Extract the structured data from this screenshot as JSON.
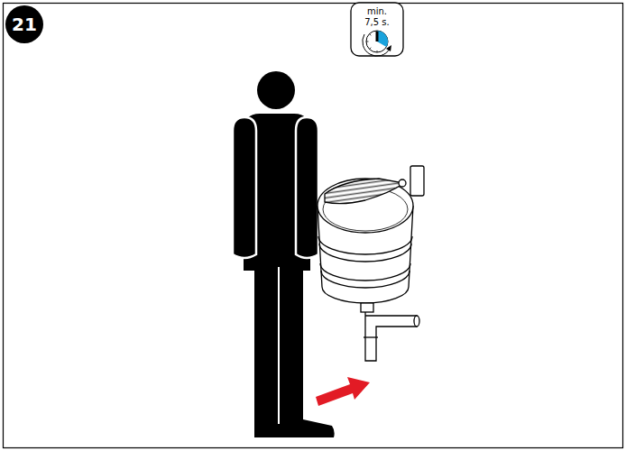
{
  "diagram": {
    "labels": [
      "21",
      "min.",
      "7,5 s."
    ]
  }
}
